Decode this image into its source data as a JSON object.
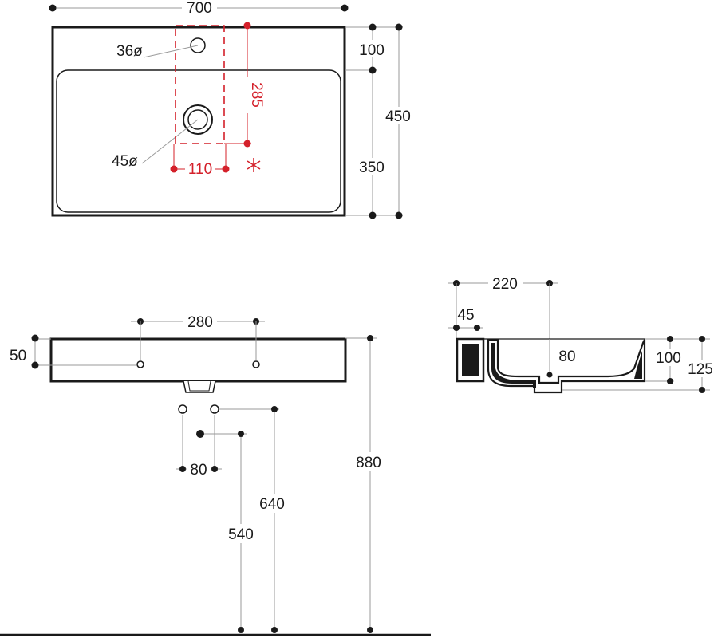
{
  "top_view": {
    "width": "700",
    "height_total": "450",
    "top_margin": "100",
    "bowl_depth": "350",
    "tap_hole": "36ø",
    "drain_hole": "45ø",
    "overflow_height": "285",
    "overflow_width": "110"
  },
  "front_view": {
    "hole_spacing": "280",
    "rim_thickness": "50",
    "trap_spacing": "80",
    "floor_to_top": "880",
    "floor_to_supply": "640",
    "floor_to_waste": "540"
  },
  "side_view": {
    "depth": "220",
    "back_thickness": "45",
    "drain_offset": "80",
    "bowl_height": "100",
    "total_height": "125"
  },
  "colors": {
    "line": "#1a1a1a",
    "dimension": "#9a9a9a",
    "highlight": "#d4202a"
  }
}
